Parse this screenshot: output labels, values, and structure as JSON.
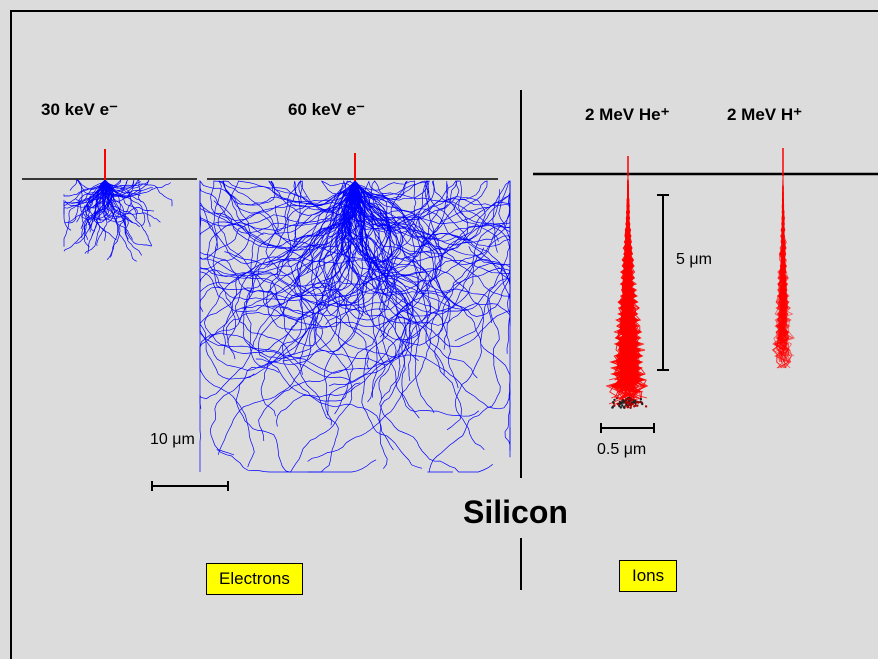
{
  "headers": {
    "e30": "30 keV e⁻",
    "e60": "60 keV e⁻",
    "he": "2 MeV He⁺",
    "h": "2 MeV H⁺"
  },
  "scales": {
    "electron": "10 μm",
    "ion_depth": "5 μm",
    "ion_width": "0.5 μm"
  },
  "material": "Silicon",
  "groups": {
    "electrons": "Electrons",
    "ions": "Ions"
  },
  "colors": {
    "background": "#dcdcdc",
    "electron_tracks": "#0000ff",
    "ion_tracks": "#ff0000",
    "beam": "#ff0000",
    "label_box": "#ffff00"
  }
}
